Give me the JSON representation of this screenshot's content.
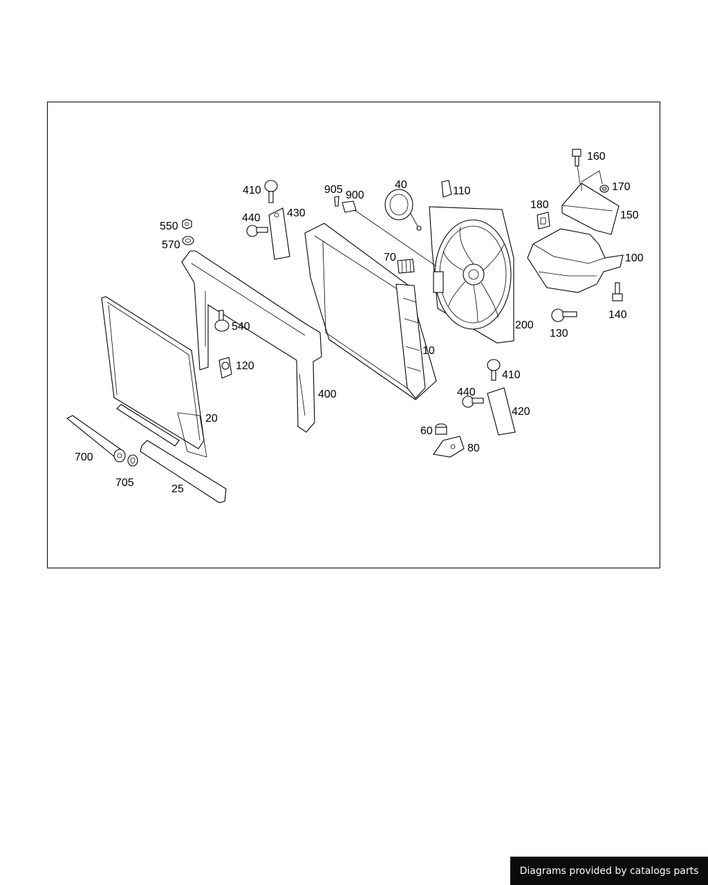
{
  "credit": "Diagrams provided by catalogs parts",
  "callouts": {
    "c160": "160",
    "c170": "170",
    "c150": "150",
    "c180": "180",
    "c100": "100",
    "c140": "140",
    "c130": "130",
    "c200": "200",
    "c110": "110",
    "c40": "40",
    "c905": "905",
    "c900": "900",
    "c70": "70",
    "c10": "10",
    "c410a": "410",
    "c440a": "440",
    "c430": "430",
    "c550": "550",
    "c570": "570",
    "c540": "540",
    "c120": "120",
    "c400": "400",
    "c20": "20",
    "c700": "700",
    "c705": "705",
    "c25": "25",
    "c410b": "410",
    "c440b": "440",
    "c420": "420",
    "c60": "60",
    "c80": "80"
  }
}
